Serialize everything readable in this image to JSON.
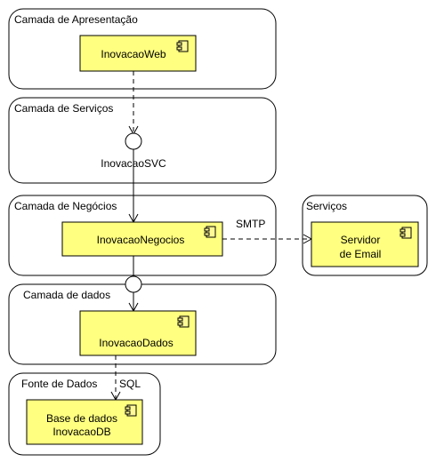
{
  "colors": {
    "component_fill": "#ffff80",
    "glyph_fill": "#fffa96",
    "line": "#000000",
    "background": "#ffffff"
  },
  "icons": {
    "component": "uml-component-icon",
    "interface": "lollipop-interface-icon"
  },
  "layers": {
    "presentation": "Camada de Apresentação",
    "services": "Camada de Serviços",
    "business": "Camada de Negócios",
    "data": "Camada de dados",
    "datasource": "Fonte de Dados",
    "external_services": "Serviços"
  },
  "components": {
    "web": "InovacaoWeb",
    "business": "InovacaoNegocios",
    "data": "InovacaoDados",
    "database_line1": "Base de dados",
    "database_line2": "InovacaoDB",
    "email_line1": "Servidor",
    "email_line2": "de Email"
  },
  "interfaces": {
    "svc": "InovacaoSVC"
  },
  "connections": {
    "smtp": "SMTP",
    "sql": "SQL"
  }
}
